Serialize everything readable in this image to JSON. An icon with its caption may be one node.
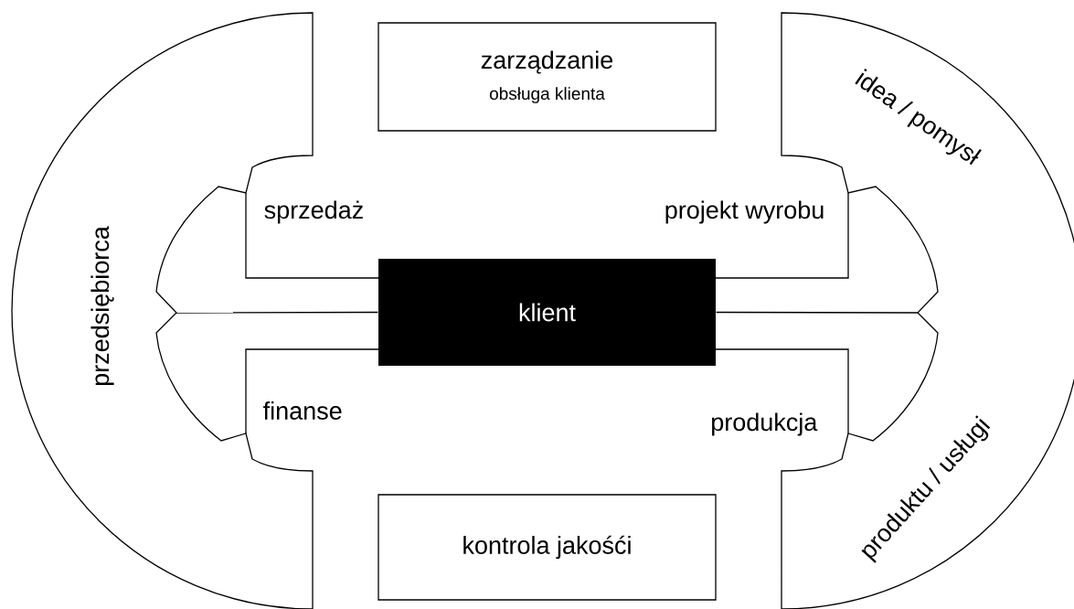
{
  "diagram": {
    "nodes": [
      {
        "text": [
          "przedsiębiorca"
        ]
      },
      {
        "text": [
          "zarządzanie",
          "obsługa klienta"
        ]
      },
      {
        "text": [
          "idea / pomysł",
          "produktu / usługi"
        ]
      },
      {
        "text": [
          "klient"
        ]
      },
      {
        "text": [
          "kontrola jakośći"
        ]
      }
    ],
    "edges": [
      {
        "from": 3,
        "to": 0,
        "arrow": "none"
      },
      {
        "from": 3,
        "to": 2,
        "arrow": "none"
      }
    ],
    "labels": [
      "sprzedaż",
      "projekt wyrobu",
      "finanse",
      "produkcja"
    ]
  }
}
